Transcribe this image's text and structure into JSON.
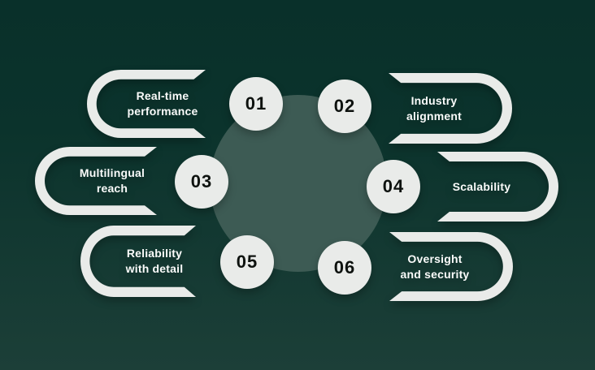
{
  "theme": {
    "bg_top": "#09302a",
    "bg_mid": "#0b332c",
    "bg_bottom": "#1c3f38",
    "shape_fill": "#e9ebe9",
    "center_circle": "#3d5b54",
    "label_color": "#fafbfa",
    "number_color": "#0e120f"
  },
  "diagram": {
    "type": "numbered-feature-wheel",
    "items": [
      {
        "number": "01",
        "label": "Real-time\nperformance"
      },
      {
        "number": "02",
        "label": "Industry\nalignment"
      },
      {
        "number": "03",
        "label": "Multilingual\nreach"
      },
      {
        "number": "04",
        "label": "Scalability"
      },
      {
        "number": "05",
        "label": "Reliability\nwith detail"
      },
      {
        "number": "06",
        "label": "Oversight\nand security"
      }
    ]
  }
}
